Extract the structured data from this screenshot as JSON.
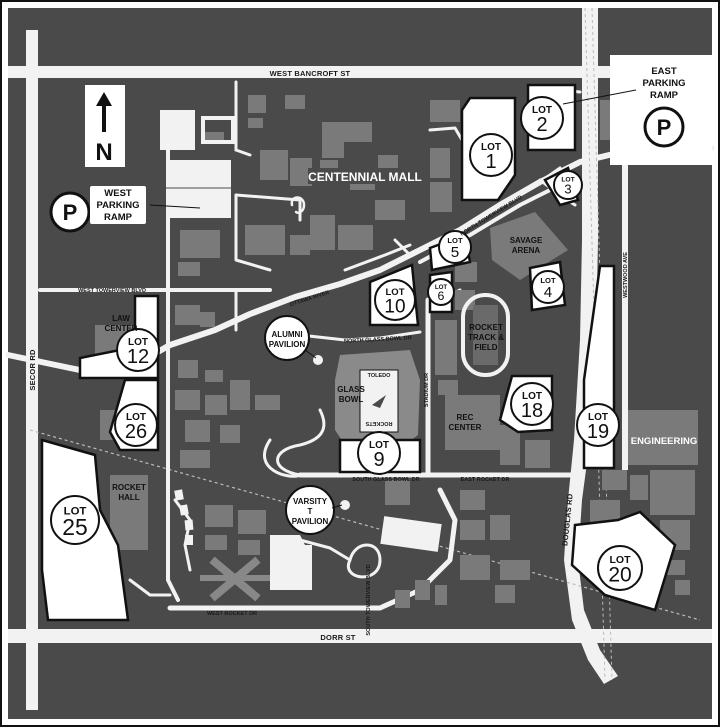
{
  "roads": {
    "west_bancroft": "WEST BANCROFT ST",
    "dorr": "DORR ST",
    "secor": "SECOR RD",
    "douglas": "DOUGLAS RD",
    "westwood": "WESTWOOD AVE",
    "west_towerview": "WEST TOWERVIEW BLVD",
    "north_towerview": "NORTH TOWERVIEW BLVD",
    "ottawa_river": "OTTAWA RIVER",
    "north_glass_bowl": "NORTH GLASS BOWL DR",
    "south_glass_bowl": "SOUTH GLASS BOWL DR",
    "east_rocket": "EAST ROCKET DR",
    "west_rocket": "WEST ROCKET DR",
    "stadium": "STADIUM DR",
    "south_towerview": "SOUTH TOWERVIEW BLVD"
  },
  "areas": {
    "centennial_mall": "CENTENNIAL MALL",
    "savage_arena_1": "SAVAGE",
    "savage_arena_2": "ARENA",
    "rocket_track_1": "ROCKET",
    "rocket_track_2": "TRACK &",
    "rocket_track_3": "FIELD",
    "rec_center_1": "REC",
    "rec_center_2": "CENTER",
    "engineering": "ENGINEERING",
    "rocket_hall_1": "ROCKET",
    "rocket_hall_2": "HALL",
    "law_center_1": "LAW",
    "law_center_2": "CENTER",
    "glass_bowl_1": "GLASS",
    "glass_bowl_2": "BOWL",
    "field_top": "TOLEDO",
    "field_bottom": "ROCKETS"
  },
  "callouts": {
    "alumni_1": "ALUMNI",
    "alumni_2": "PAVILION",
    "varsity_1": "VARSITY",
    "varsity_2": "T",
    "varsity_3": "PAVILION"
  },
  "ramps": {
    "parking_symbol": "P",
    "west_1": "WEST",
    "west_2": "PARKING",
    "west_3": "RAMP",
    "east_1": "EAST",
    "east_2": "PARKING",
    "east_3": "RAMP"
  },
  "north": "N",
  "lot_word": "LOT",
  "lots": [
    "1",
    "2",
    "3",
    "4",
    "5",
    "6",
    "9",
    "10",
    "12",
    "18",
    "19",
    "20",
    "25",
    "26"
  ]
}
